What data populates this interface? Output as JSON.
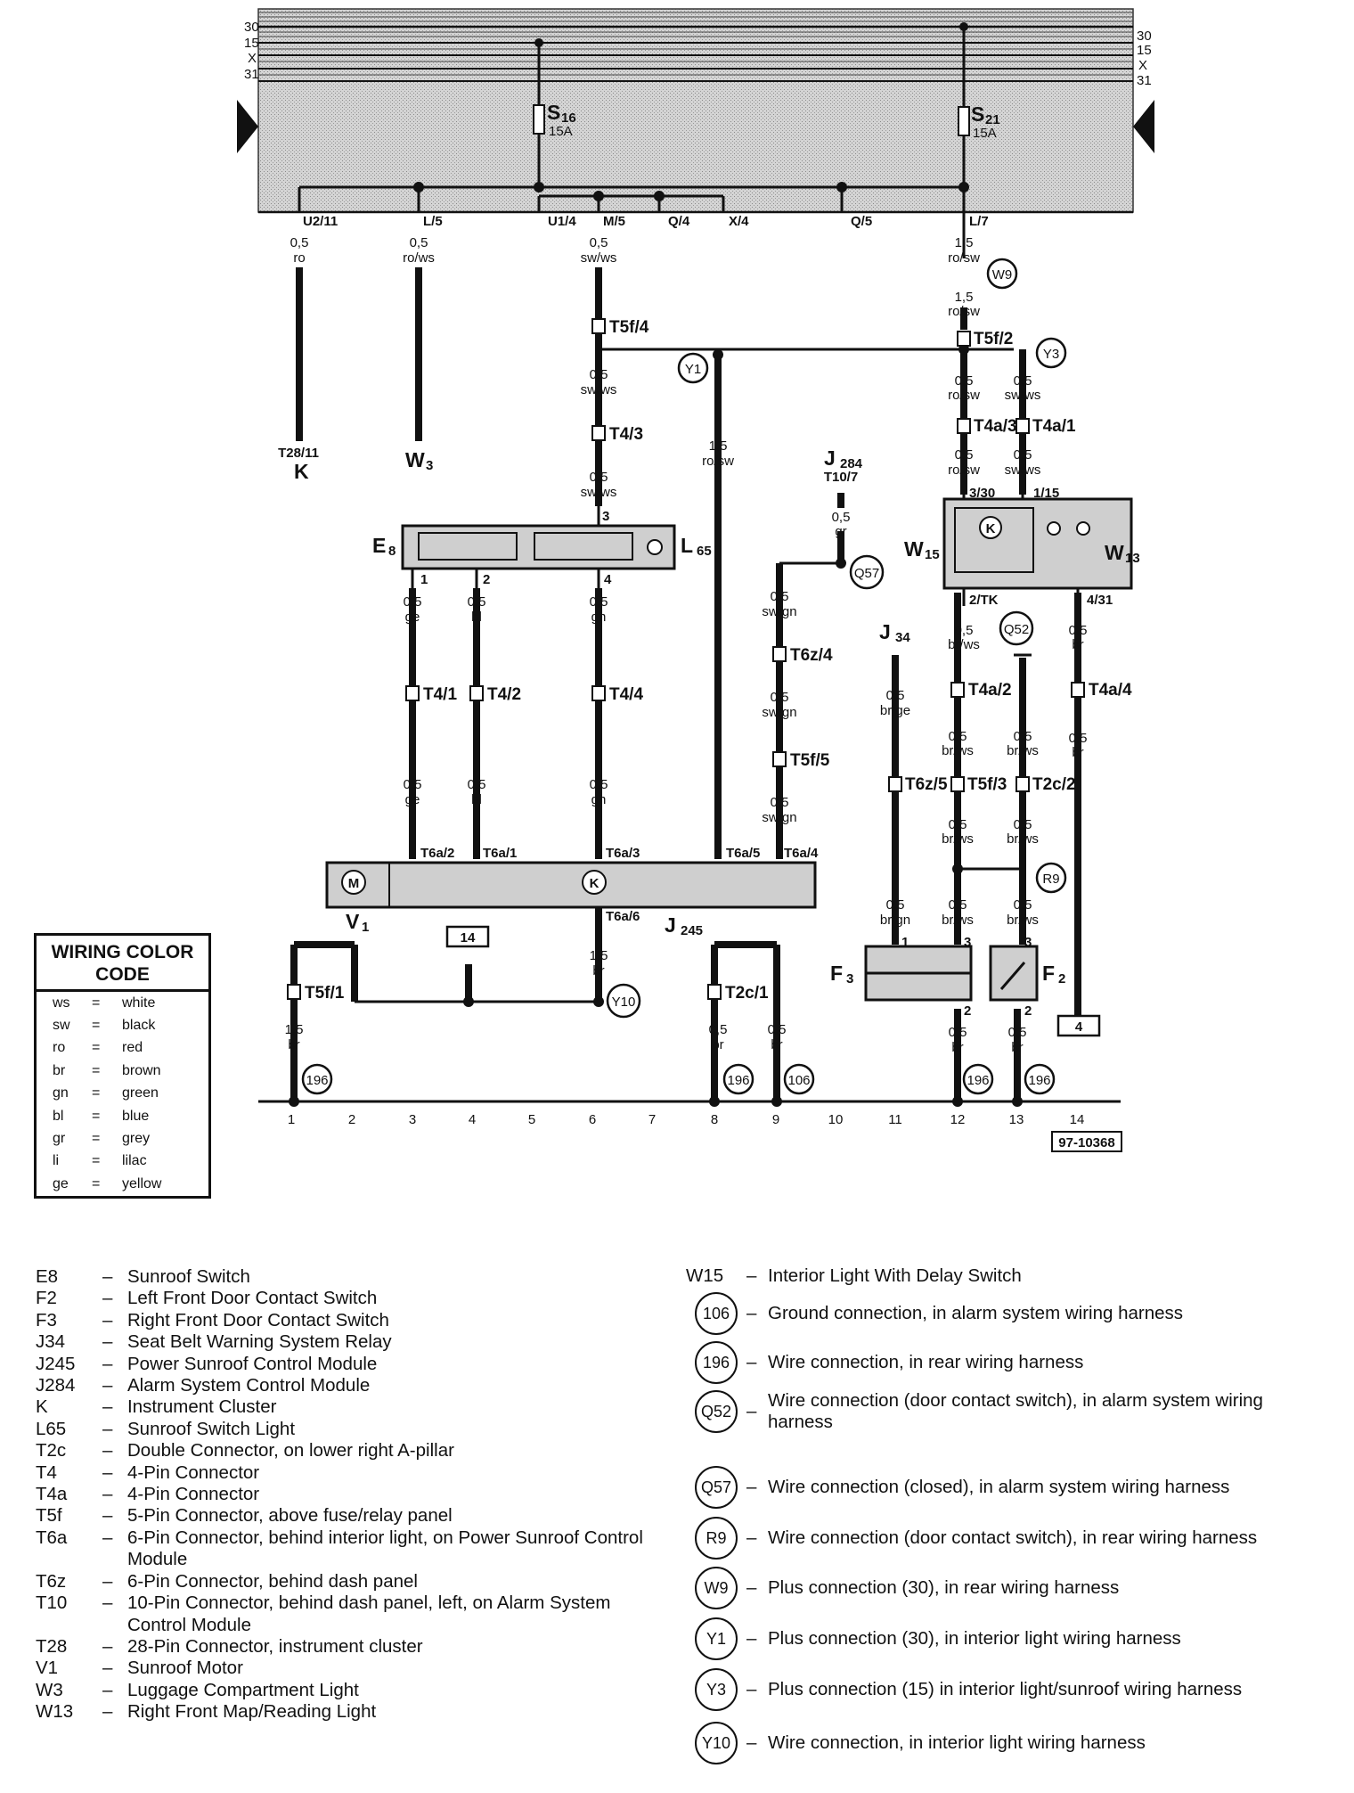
{
  "buses": {
    "left": [
      "30",
      "15",
      "X",
      "31"
    ],
    "right": [
      "30",
      "15",
      "X",
      "31"
    ]
  },
  "fuses": [
    {
      "name": "S",
      "sub": "16",
      "rating": "15A"
    },
    {
      "name": "S",
      "sub": "21",
      "rating": "15A"
    }
  ],
  "terminals": [
    "U2/11",
    "L/5",
    "U1/4",
    "M/5",
    "Q/4",
    "X/4",
    "Q/5",
    "L/7"
  ],
  "wires": [
    {
      "size": "0,5",
      "color": "ro"
    },
    {
      "size": "0,5",
      "color": "ro/ws"
    },
    {
      "size": "0,5",
      "color": "sw/ws"
    },
    {
      "size": "1,5",
      "color": "ro/sw"
    },
    {
      "size": "1,5",
      "color": "ro/sw"
    },
    {
      "size": "0,5",
      "color": "sw/ws"
    },
    {
      "size": "0,5",
      "color": "sw/ws"
    },
    {
      "size": "1,5",
      "color": "ro/sw"
    },
    {
      "size": "0,5",
      "color": "ro/sw"
    },
    {
      "size": "0,5",
      "color": "sw/ws"
    },
    {
      "size": "0,5",
      "color": "ro/sw"
    },
    {
      "size": "0,5",
      "color": "sw/ws"
    },
    {
      "size": "0,5",
      "color": "gr"
    },
    {
      "size": "0,5",
      "color": "ge"
    },
    {
      "size": "0,5",
      "color": "bl"
    },
    {
      "size": "0,5",
      "color": "gn"
    },
    {
      "size": "0,5",
      "color": "sw/gn"
    },
    {
      "size": "0,5",
      "color": "sw/gn"
    },
    {
      "size": "0,5",
      "color": "sw/gn"
    },
    {
      "size": "0,5",
      "color": "ge"
    },
    {
      "size": "0,5",
      "color": "bl"
    },
    {
      "size": "0,5",
      "color": "gn"
    },
    {
      "size": "0,5",
      "color": "br/ws"
    },
    {
      "size": "0,5",
      "color": "br"
    },
    {
      "size": "0,5",
      "color": "br/ge"
    },
    {
      "size": "0,5",
      "color": "br/ws"
    },
    {
      "size": "0,5",
      "color": "br/ws"
    },
    {
      "size": "0,5",
      "color": "br"
    },
    {
      "size": "0,5",
      "color": "br/ws"
    },
    {
      "size": "0,5",
      "color": "br/ws"
    },
    {
      "size": "0,5",
      "color": "br/gn"
    },
    {
      "size": "0,5",
      "color": "br/ws"
    },
    {
      "size": "0,5",
      "color": "br/ws"
    },
    {
      "size": "1,5",
      "color": "br"
    },
    {
      "size": "1,5",
      "color": "br"
    },
    {
      "size": "0,5",
      "color": "br"
    },
    {
      "size": "0,5",
      "color": "br"
    },
    {
      "size": "0,5",
      "color": "br"
    },
    {
      "size": "0,5",
      "color": "br"
    }
  ],
  "connectors": [
    "T5f/4",
    "T5f/2",
    "T4/3",
    "T4a/3",
    "T4a/1",
    "T4/1",
    "T4/2",
    "T4/4",
    "T6z/4",
    "T5f/5",
    "T4a/2",
    "T4a/4",
    "T6z/5",
    "T5f/3",
    "T2c/2",
    "T5f/1",
    "T2c/1"
  ],
  "pins": [
    "3/30",
    "1/15",
    "2/TK",
    "4/31",
    "3",
    "1",
    "2",
    "4",
    "T6a/2",
    "T6a/1",
    "T6a/3",
    "T6a/5",
    "T6a/4",
    "T6a/6",
    "1",
    "3",
    "2",
    "3",
    "2"
  ],
  "components": {
    "k_lead": "T28/11",
    "k": "K",
    "w3": "W",
    "w3_sub": "3",
    "e8": "E",
    "e8_sub": "8",
    "l65": "L",
    "l65_sub": "65",
    "j284": "J",
    "j284_sub": "284",
    "j284_pin": "T10/7",
    "w15": "W",
    "w15_sub": "15",
    "w13": "W",
    "w13_sub": "13",
    "j34": "J",
    "j34_sub": "34",
    "v1": "V",
    "v1_sub": "1",
    "j245": "J",
    "j245_sub": "245",
    "f3": "F",
    "f3_sub": "3",
    "f2": "F",
    "f2_sub": "2",
    "motor_symbol": "M",
    "cluster_symbol": "K",
    "ref_box_14": "14",
    "ref_box_4": "4"
  },
  "circles": [
    "W9",
    "Y3",
    "Y1",
    "Q57",
    "Q52",
    "R9",
    "Y10",
    "196",
    "196",
    "106",
    "196",
    "196"
  ],
  "bottom_numbers": [
    "1",
    "2",
    "3",
    "4",
    "5",
    "6",
    "7",
    "8",
    "9",
    "10",
    "11",
    "12",
    "13",
    "14"
  ],
  "figure_code": "97-10368",
  "color_code": {
    "title": "WIRING COLOR CODE",
    "rows": [
      {
        "abbr": "ws",
        "eq": "=",
        "name": "white"
      },
      {
        "abbr": "sw",
        "eq": "=",
        "name": "black"
      },
      {
        "abbr": "ro",
        "eq": "=",
        "name": "red"
      },
      {
        "abbr": "br",
        "eq": "=",
        "name": "brown"
      },
      {
        "abbr": "gn",
        "eq": "=",
        "name": "green"
      },
      {
        "abbr": "bl",
        "eq": "=",
        "name": "blue"
      },
      {
        "abbr": "gr",
        "eq": "=",
        "name": "grey"
      },
      {
        "abbr": "li",
        "eq": "=",
        "name": "lilac"
      },
      {
        "abbr": "ge",
        "eq": "=",
        "name": "yellow"
      }
    ]
  },
  "legend_left": [
    {
      "code": "E8",
      "dash": "–",
      "desc": "Sunroof Switch"
    },
    {
      "code": "F2",
      "dash": "–",
      "desc": "Left Front Door Contact Switch"
    },
    {
      "code": "F3",
      "dash": "–",
      "desc": "Right Front Door Contact Switch"
    },
    {
      "code": "J34",
      "dash": "–",
      "desc": "Seat Belt Warning System Relay"
    },
    {
      "code": "J245",
      "dash": "–",
      "desc": "Power Sunroof Control Module"
    },
    {
      "code": "J284",
      "dash": "–",
      "desc": "Alarm System Control Module"
    },
    {
      "code": "K",
      "dash": "–",
      "desc": "Instrument Cluster"
    },
    {
      "code": "L65",
      "dash": "–",
      "desc": "Sunroof Switch Light"
    },
    {
      "code": "T2c",
      "dash": "–",
      "desc": "Double Connector, on lower right A-pillar"
    },
    {
      "code": "T4",
      "dash": "–",
      "desc": "4-Pin Connector"
    },
    {
      "code": "T4a",
      "dash": "–",
      "desc": "4-Pin Connector"
    },
    {
      "code": "T5f",
      "dash": "–",
      "desc": "5-Pin Connector, above fuse/relay panel"
    },
    {
      "code": "T6a",
      "dash": "–",
      "desc": "6-Pin Connector, behind interior light, on Power Sunroof Control Module"
    },
    {
      "code": "T6z",
      "dash": "–",
      "desc": "6-Pin Connector, behind dash panel"
    },
    {
      "code": "T10",
      "dash": "–",
      "desc": "10-Pin Connector, behind dash panel, left, on Alarm System Control Module"
    },
    {
      "code": "T28",
      "dash": "–",
      "desc": "28-Pin Connector, instrument cluster"
    },
    {
      "code": "V1",
      "dash": "–",
      "desc": "Sunroof Motor"
    },
    {
      "code": "W3",
      "dash": "–",
      "desc": "Luggage Compartment Light"
    },
    {
      "code": "W13",
      "dash": "–",
      "desc": "Right Front Map/Reading Light"
    }
  ],
  "legend_right": [
    {
      "code": "W15",
      "dash": "–",
      "desc": "Interior Light With Delay Switch"
    },
    {
      "code": "106",
      "dash": "–",
      "desc": "Ground connection, in alarm system wiring harness"
    },
    {
      "code": "196",
      "dash": "–",
      "desc": "Wire connection, in rear wiring harness"
    },
    {
      "code": "Q52",
      "dash": "–",
      "desc": "Wire connection (door contact switch), in alarm system wiring harness"
    },
    {
      "code": "Q57",
      "dash": "–",
      "desc": "Wire connection (closed), in alarm system wiring harness"
    },
    {
      "code": "R9",
      "dash": "–",
      "desc": "Wire connection (door contact switch), in rear wiring harness"
    },
    {
      "code": "W9",
      "dash": "–",
      "desc": "Plus connection (30), in rear wiring harness"
    },
    {
      "code": "Y1",
      "dash": "–",
      "desc": "Plus connection (30), in interior light wiring harness"
    },
    {
      "code": "Y3",
      "dash": "–",
      "desc": "Plus connection (15) in interior light/sunroof wiring harness"
    },
    {
      "code": "Y10",
      "dash": "–",
      "desc": "Wire connection, in interior light wiring harness"
    }
  ]
}
